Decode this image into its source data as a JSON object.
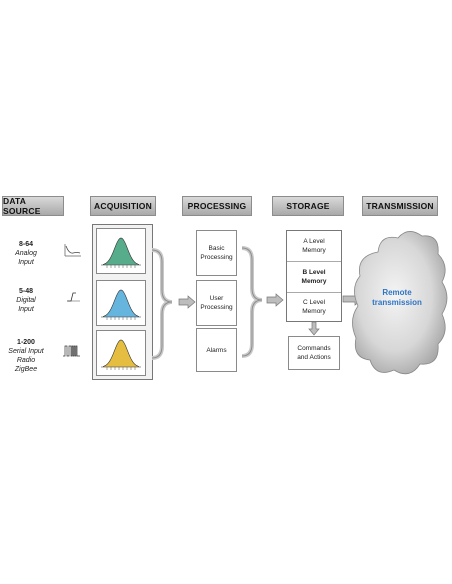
{
  "headers": {
    "data_source": "DATA SOURCE",
    "acquisition": "ACQUISITION",
    "processing": "PROCESSING",
    "storage": "STORAGE",
    "transmission": "TRANSMISSION"
  },
  "sources": [
    {
      "count": "8-64",
      "line1": "Analog",
      "line2": "Input",
      "icon": "analog-signal-icon"
    },
    {
      "count": "5-48",
      "line1": "Digital",
      "line2": "Input",
      "icon": "digital-signal-icon"
    },
    {
      "count": "1-200",
      "line1": "Serial Input",
      "line2": "Radio ZigBee",
      "icon": "serial-signal-icon"
    }
  ],
  "acquisition_colors": [
    "#3a9e78",
    "#4aa8d8",
    "#e0b21e"
  ],
  "processing": {
    "basic_line1": "Basic",
    "basic_line2": "Processing",
    "user_line1": "User",
    "user_line2": "Processing",
    "alarms": "Alarms"
  },
  "storage": {
    "a_line1": "A Level",
    "a_line2": "Memory",
    "b_line1": "B Level",
    "b_line2": "Memory",
    "c_line1": "C Level",
    "c_line2": "Memory",
    "commands_line1": "Commands",
    "commands_line2": "and Actions"
  },
  "transmission": {
    "line1": "Remote",
    "line2": "transmission"
  }
}
